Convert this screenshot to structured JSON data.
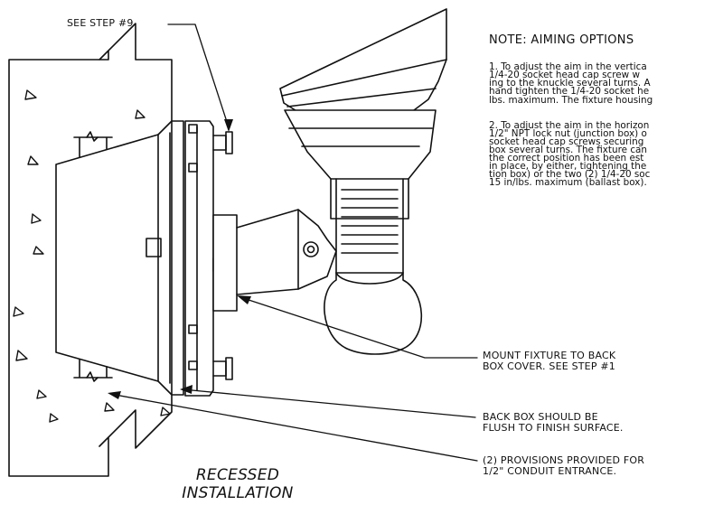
{
  "callouts": {
    "see_step_9": "SEE STEP #9",
    "mount_fixture": [
      "MOUNT FIXTURE TO BACK",
      "BOX COVER. SEE STEP #1"
    ],
    "back_box_flush": [
      "BACK BOX SHOULD BE",
      "FLUSH TO FINISH SURFACE."
    ],
    "provisions": [
      "(2) PROVISIONS PROVIDED FOR",
      "1/2\" CONDUIT ENTRANCE."
    ]
  },
  "note": {
    "title": "NOTE: AIMING OPTIONS",
    "para1": [
      "1. To adjust the aim in the vertica",
      "1/4-20 socket head cap screw w",
      "ing to the knuckle several turns. A",
      "hand tighten the 1/4-20 socket he",
      "lbs. maximum. The fixture housing"
    ],
    "para2": [
      "2. To adjust the aim in the horizon",
      "1/2\" NPT lock nut (junction box) o",
      "socket head cap screws securing",
      "box several turns. The fixture can",
      "the correct position has been est",
      "in place, by either, tightening the",
      "tion box) or the two (2) 1/4-20 soc",
      "15 in/lbs. maximum (ballast box)."
    ]
  },
  "caption": [
    "RECESSED",
    "INSTALLATION"
  ]
}
